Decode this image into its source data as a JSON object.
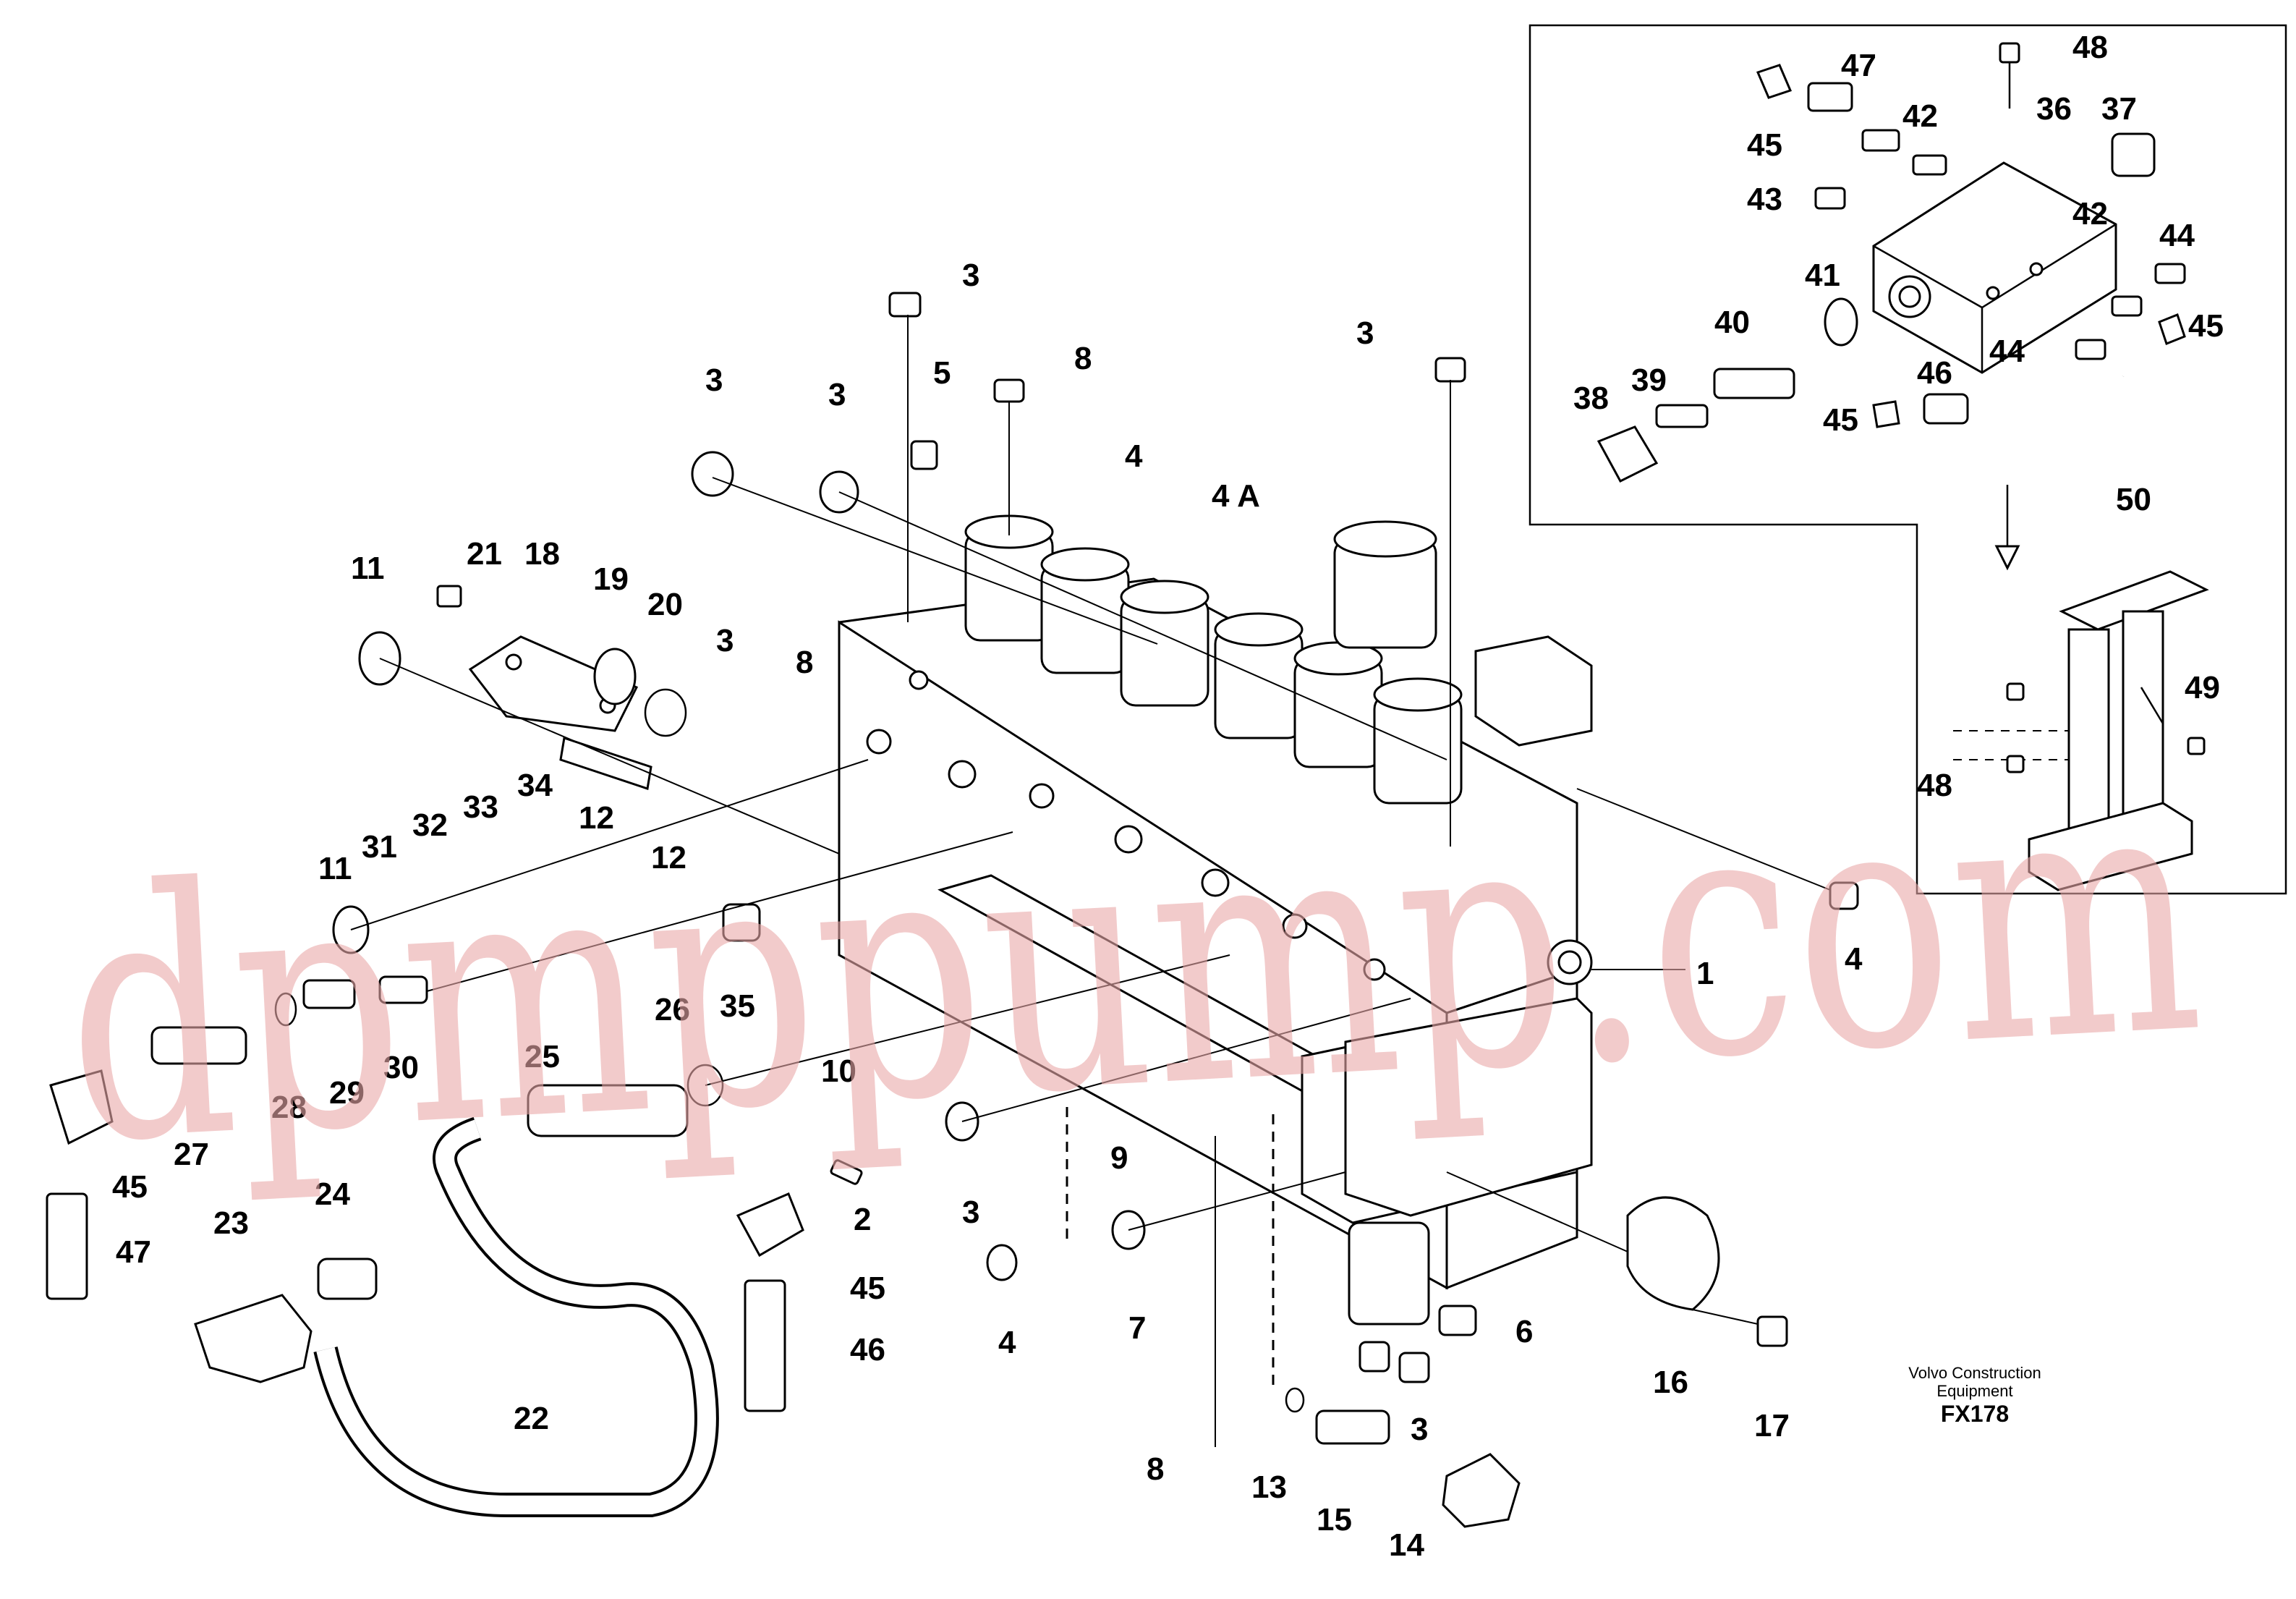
{
  "diagram": {
    "credit_line1": "Volvo Construction",
    "credit_line2": "Equipment",
    "figure_id": "FX178",
    "watermark": "dpmppump.com"
  },
  "callouts": [
    "1",
    "2",
    "3",
    "4",
    "5",
    "6",
    "7",
    "8",
    "9",
    "10",
    "11",
    "12",
    "13",
    "14",
    "15",
    "16",
    "17",
    "18",
    "19",
    "20",
    "21",
    "22",
    "23",
    "24",
    "25",
    "26",
    "27",
    "28",
    "29",
    "30",
    "31",
    "32",
    "33",
    "34",
    "35",
    "36",
    "37",
    "38",
    "39",
    "40",
    "41",
    "42",
    "43",
    "44",
    "45",
    "46",
    "47",
    "48",
    "49",
    "50",
    "4 A"
  ]
}
